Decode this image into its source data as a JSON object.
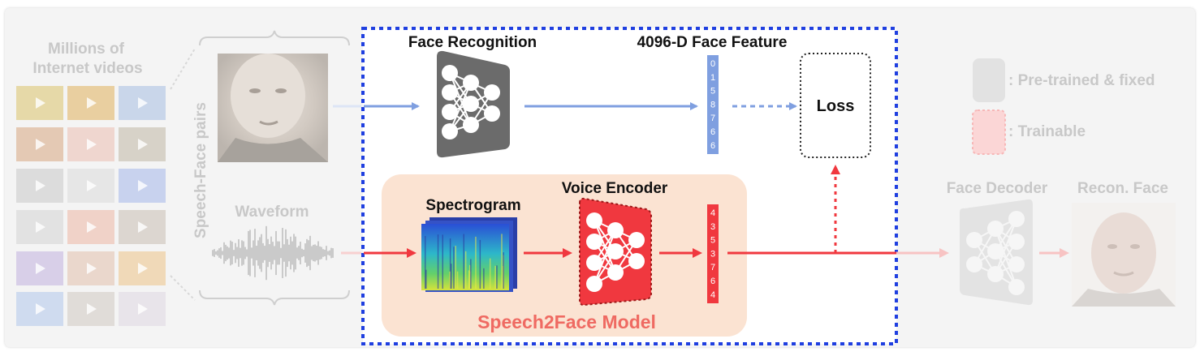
{
  "left_panel": {
    "title_line1": "Millions of",
    "title_line2": "Internet videos",
    "pairs_label": "Speech-Face pairs",
    "waveform_label": "Waveform"
  },
  "model": {
    "face_recognition_label": "Face Recognition",
    "feature_label": "4096-D Face Feature",
    "face_feature_digits": [
      "0",
      "1",
      "5",
      "8",
      "7",
      "6",
      "6"
    ],
    "loss_label": "Loss",
    "spectrogram_label": "Spectrogram",
    "voice_encoder_label": "Voice Encoder",
    "voice_feature_digits": [
      "4",
      "3",
      "5",
      "3",
      "7",
      "6",
      "4"
    ],
    "model_name": "Speech2Face Model"
  },
  "legend": {
    "pretrained_label": ": Pre-trained & fixed",
    "trainable_label": ": Trainable"
  },
  "decoder": {
    "face_decoder_label": "Face Decoder",
    "recon_face_label": "Recon. Face"
  },
  "colors": {
    "blue_arrow": "#7f9fe0",
    "red_arrow": "#f0383f",
    "dashed_border": "#1f3fe0",
    "model_box": "#fbe3d2",
    "model_text": "#ef6a62",
    "faded_text": "#c8c8c8"
  }
}
